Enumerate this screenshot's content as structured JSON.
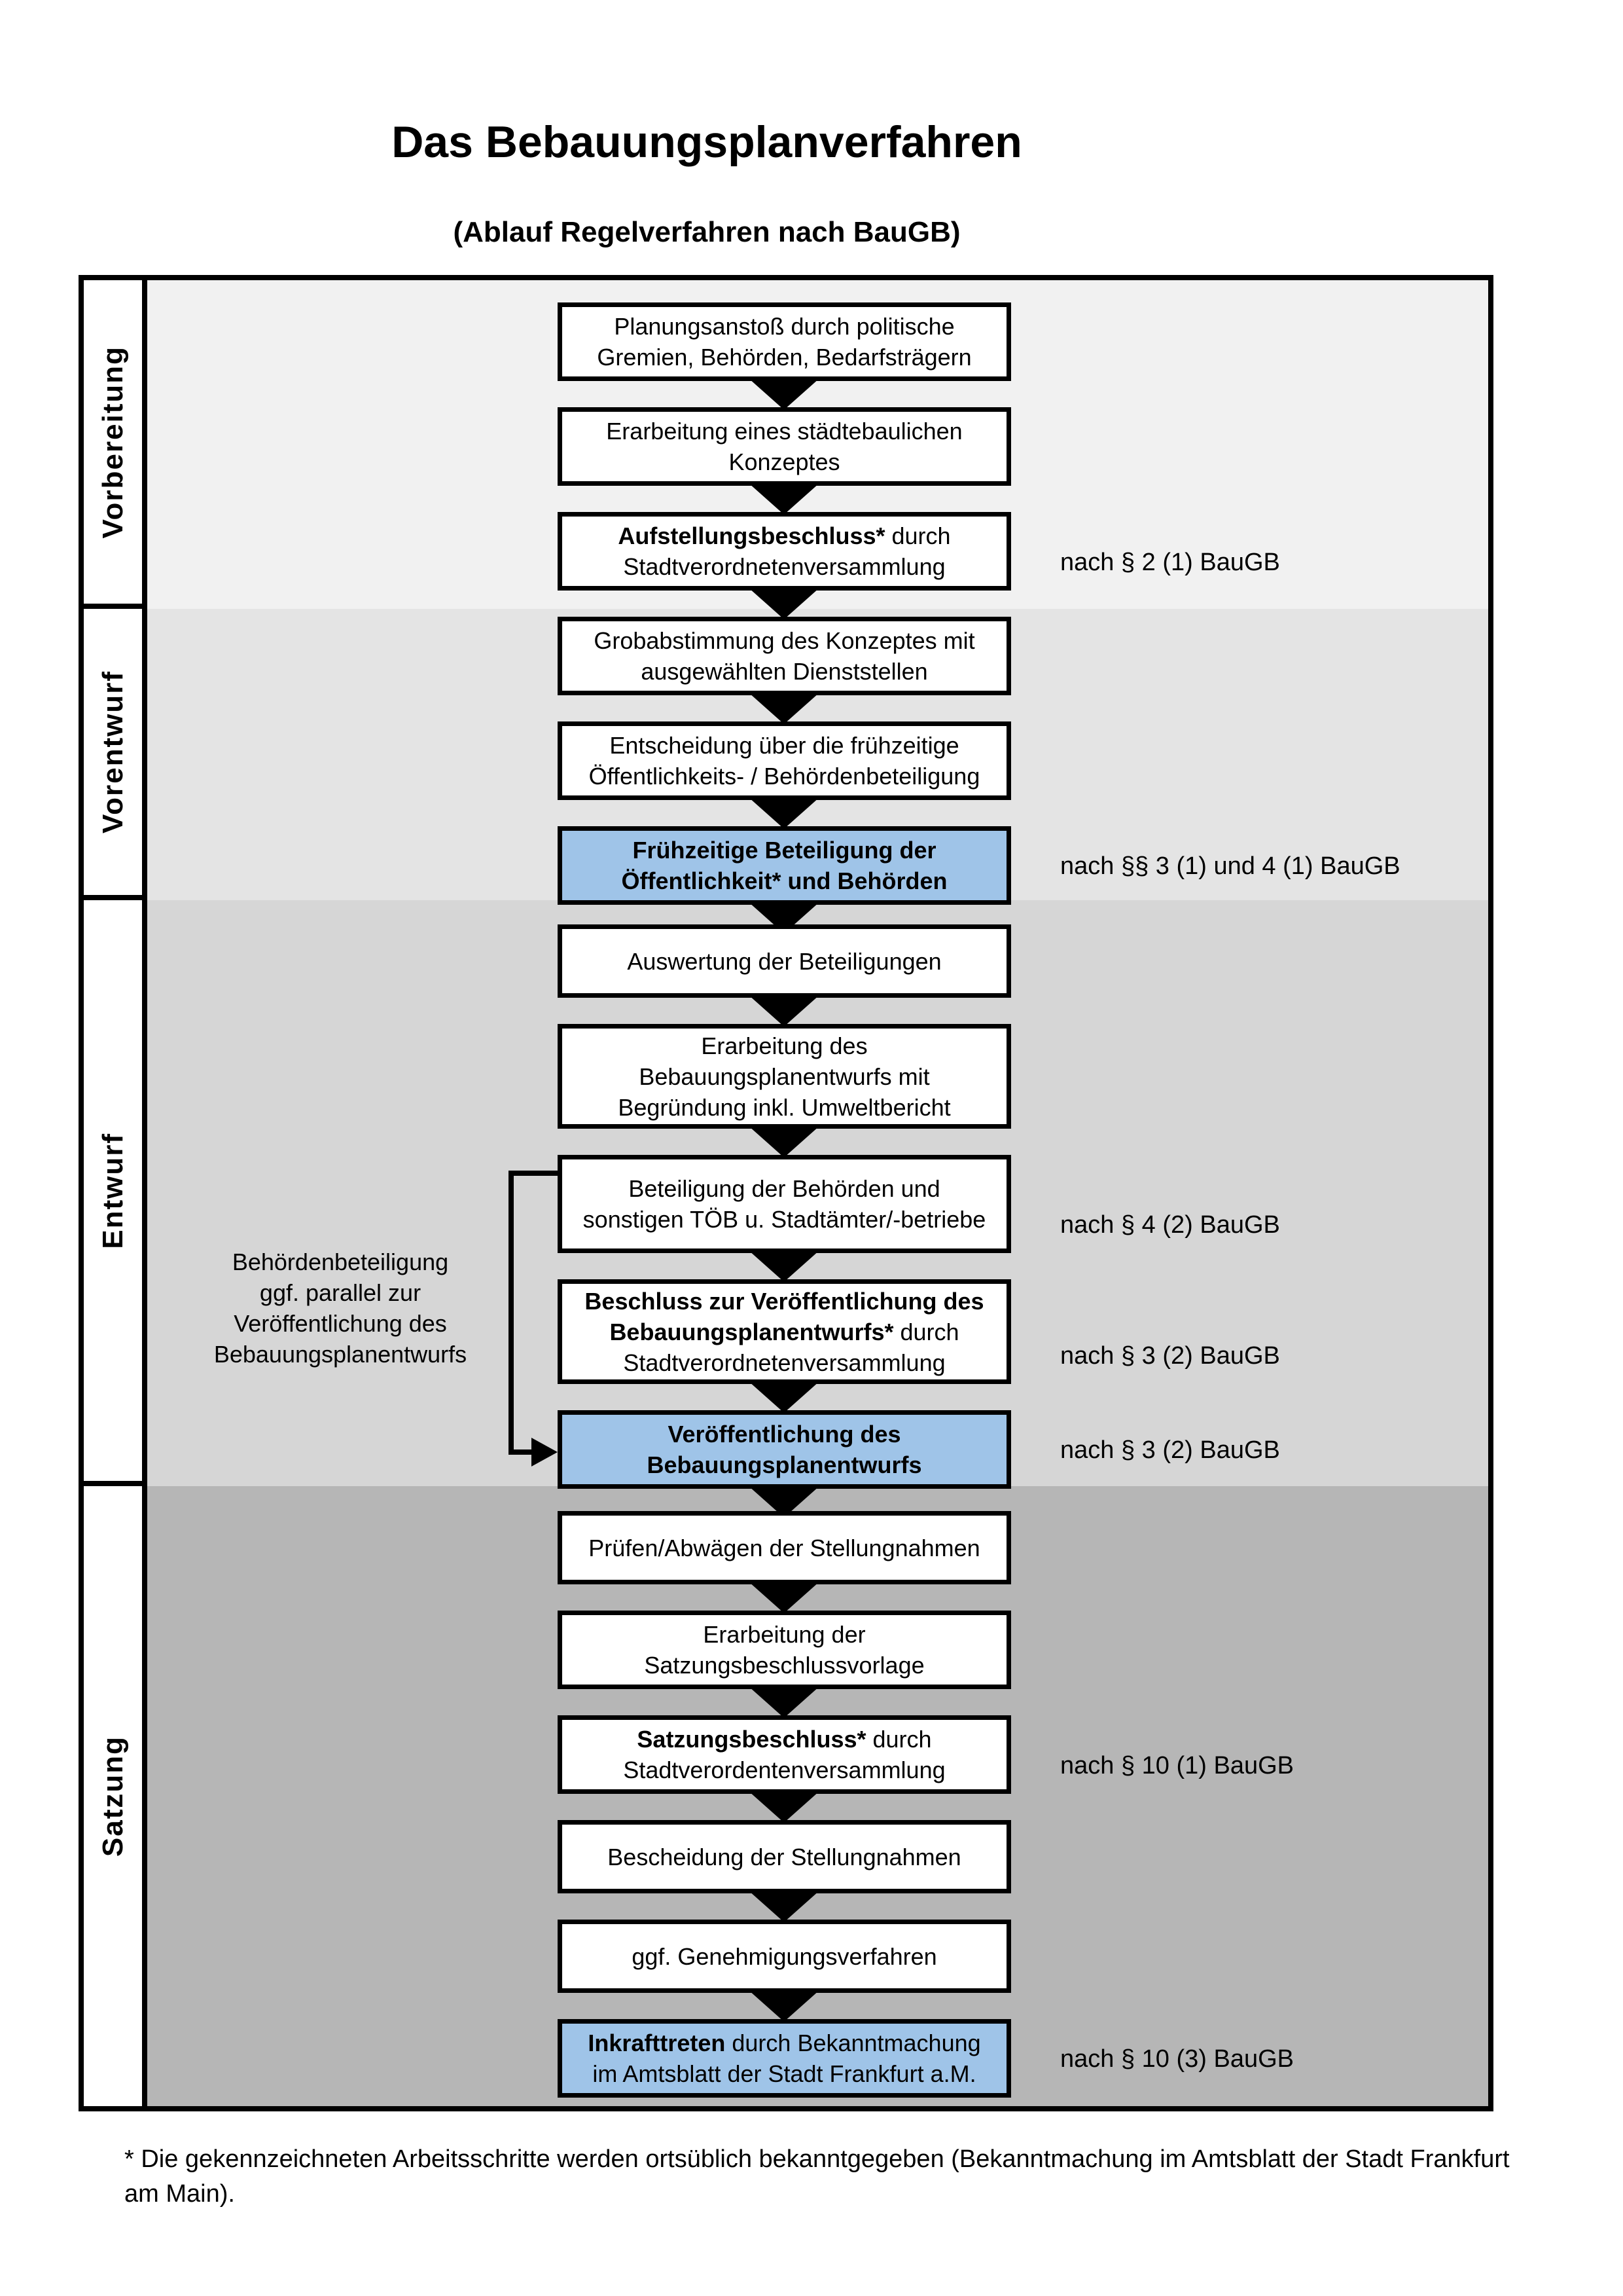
{
  "page": {
    "title": "Das Bebauungsplanverfahren",
    "subtitle": "(Ablauf Regelverfahren nach BauGB)",
    "footnote": "* Die gekennzeichneten Arbeitsschritte werden ortsüblich bekanntgegeben (Bekanntmachung im Amtsblatt  der Stadt Frankfurt am Main)."
  },
  "colors": {
    "highlight_box": "#9fc4e8",
    "box_border": "#000000",
    "section_backgrounds": [
      "#f1f1f1",
      "#e4e4e4",
      "#d6d6d6",
      "#b6b6b6"
    ]
  },
  "side_note": {
    "lines": [
      "Behördenbeteiligung",
      "ggf. parallel zur",
      "Veröffentlichung des",
      "Bebauungsplanentwurfs"
    ]
  },
  "sections": [
    {
      "label": "Vorbereitung",
      "steps": [
        {
          "style": "white",
          "lines": [
            [
              {
                "t": "Planungsanstoß durch politische"
              }
            ],
            [
              {
                "t": "Gremien, Behörden, Bedarfsträgern"
              }
            ]
          ]
        },
        {
          "style": "white",
          "lines": [
            [
              {
                "t": "Erarbeitung eines städtebaulichen"
              }
            ],
            [
              {
                "t": "Konzeptes"
              }
            ]
          ]
        },
        {
          "style": "white",
          "lines": [
            [
              {
                "t": "Aufstellungsbeschluss*",
                "b": true
              },
              {
                "t": " durch"
              }
            ],
            [
              {
                "t": "Stadtverordnetenversammlung"
              }
            ]
          ],
          "ref": "nach § 2 (1) BauGB"
        }
      ]
    },
    {
      "label": "Vorentwurf",
      "steps": [
        {
          "style": "white",
          "lines": [
            [
              {
                "t": "Grobabstimmung des Konzeptes mit"
              }
            ],
            [
              {
                "t": "ausgewählten Dienststellen"
              }
            ]
          ]
        },
        {
          "style": "white",
          "lines": [
            [
              {
                "t": "Entscheidung über die frühzeitige"
              }
            ],
            [
              {
                "t": "Öffentlichkeits- / Behördenbeteiligung"
              }
            ]
          ]
        },
        {
          "style": "blue",
          "lines": [
            [
              {
                "t": "Frühzeitige Beteiligung der",
                "b": true
              }
            ],
            [
              {
                "t": "Öffentlichkeit* und Behörden",
                "b": true
              }
            ]
          ],
          "ref": "nach §§ 3 (1) und 4 (1) BauGB"
        }
      ]
    },
    {
      "label": "Entwurf",
      "steps": [
        {
          "style": "white",
          "lines": [
            [
              {
                "t": "Auswertung der Beteiligungen"
              }
            ]
          ]
        },
        {
          "style": "white",
          "lines": [
            [
              {
                "t": "Erarbeitung des"
              }
            ],
            [
              {
                "t": "Bebauungsplanentwurfs mit"
              }
            ],
            [
              {
                "t": "Begründung inkl. Umweltbericht"
              }
            ]
          ]
        },
        {
          "style": "white",
          "tall": true,
          "connector_from": true,
          "lines": [
            [
              {
                "t": "Beteiligung der Behörden und"
              }
            ],
            [
              {
                "t": "sonstigen TÖB u. Stadtämter/-betriebe"
              }
            ]
          ],
          "ref": "nach § 4 (2) BauGB"
        },
        {
          "style": "white",
          "lines": [
            [
              {
                "t": "Beschluss zur Veröffentlichung des",
                "b": true
              }
            ],
            [
              {
                "t": "Bebauungsplanentwurfs*",
                "b": true
              },
              {
                "t": " durch"
              }
            ],
            [
              {
                "t": "Stadtverordnetenversammlung"
              }
            ]
          ],
          "ref": "nach § 3 (2) BauGB"
        },
        {
          "style": "blue",
          "connector_to": true,
          "lines": [
            [
              {
                "t": "Veröffentlichung des",
                "b": true
              }
            ],
            [
              {
                "t": "Bebauungsplanentwurfs",
                "b": true
              }
            ]
          ],
          "ref": "nach § 3 (2) BauGB"
        }
      ]
    },
    {
      "label": "Satzung",
      "steps": [
        {
          "style": "white",
          "lines": [
            [
              {
                "t": "Prüfen/Abwägen der Stellungnahmen"
              }
            ]
          ]
        },
        {
          "style": "white",
          "lines": [
            [
              {
                "t": "Erarbeitung der"
              }
            ],
            [
              {
                "t": "Satzungsbeschlussvorlage"
              }
            ]
          ]
        },
        {
          "style": "white",
          "lines": [
            [
              {
                "t": "Satzungsbeschluss*",
                "b": true
              },
              {
                "t": " durch"
              }
            ],
            [
              {
                "t": "Stadtverordentenversammlung"
              }
            ]
          ],
          "ref": "nach § 10 (1) BauGB"
        },
        {
          "style": "white",
          "lines": [
            [
              {
                "t": "Bescheidung der Stellungnahmen"
              }
            ]
          ]
        },
        {
          "style": "white",
          "lines": [
            [
              {
                "t": "ggf. Genehmigungsverfahren"
              }
            ]
          ]
        },
        {
          "style": "blue",
          "lines": [
            [
              {
                "t": "Inkrafttreten",
                "b": true
              },
              {
                "t": " durch Bekanntmachung"
              }
            ],
            [
              {
                "t": "im Amtsblatt der Stadt Frankfurt a.M."
              }
            ]
          ],
          "ref": "nach § 10 (3) BauGB"
        }
      ]
    }
  ]
}
